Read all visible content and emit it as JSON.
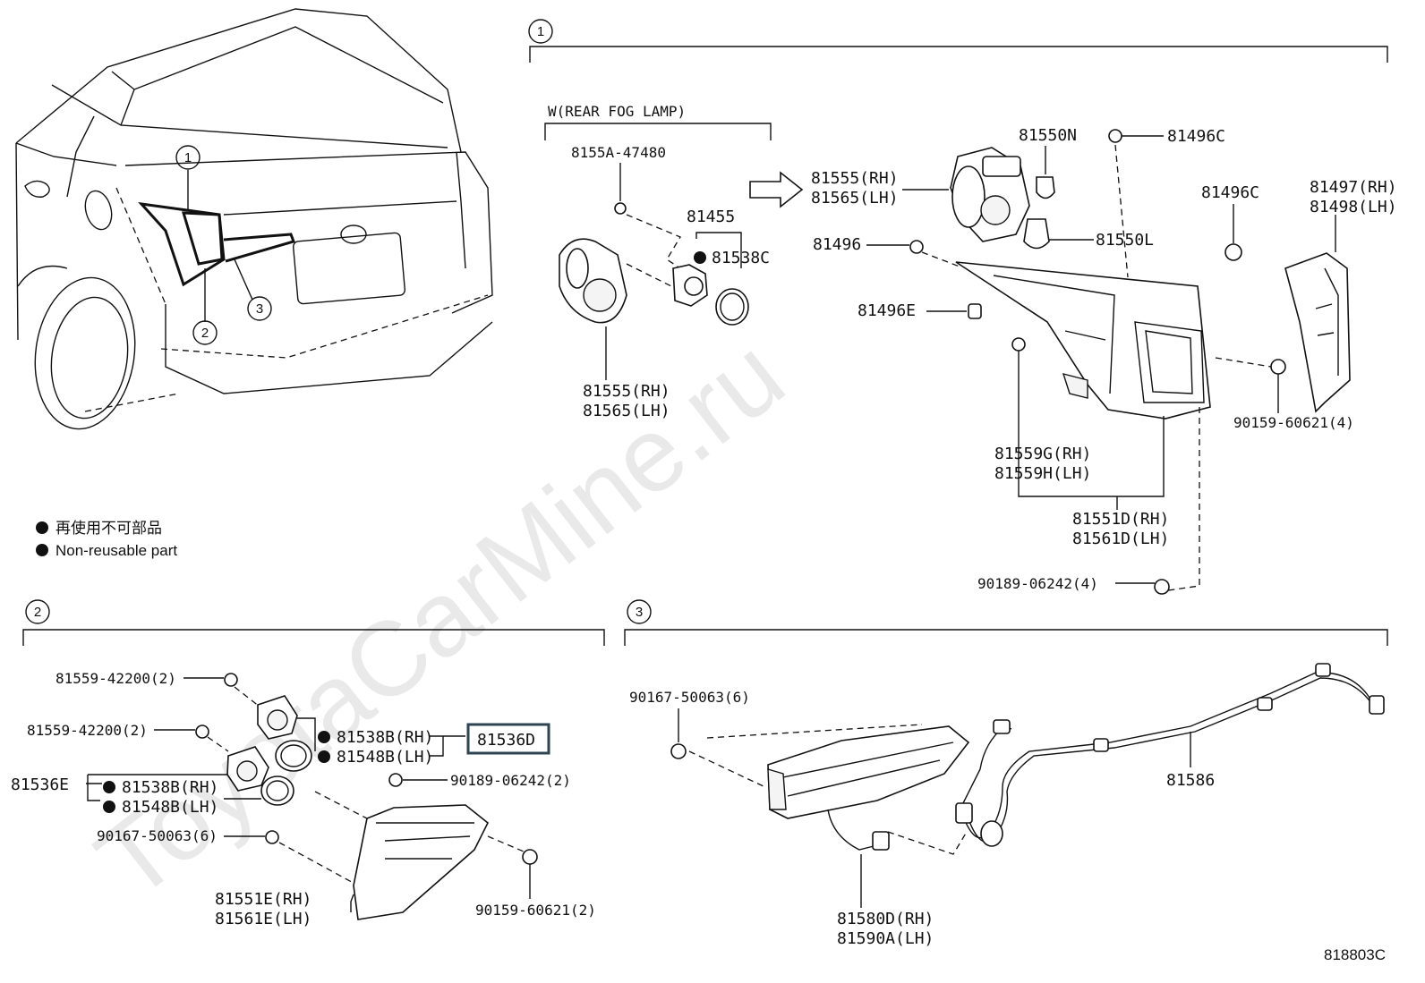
{
  "diagram_code": "818803C",
  "watermark": "ToyotaCarMine.ru",
  "legend": {
    "japanese": "再使用不可部品",
    "english": "Non-reusable part"
  },
  "sections": {
    "s1": "1",
    "s2": "2",
    "s3": "3"
  },
  "callouts": {
    "c1": "1",
    "c2": "2",
    "c3": "3"
  },
  "section1": {
    "fog_heading": "W(REAR FOG LAMP)",
    "labels": {
      "p8155A": "8155A-47480",
      "p81455": "81455",
      "p81538C": "81538C",
      "fog_socket_rh": "81555(RH)",
      "fog_socket_lh": "81565(LH)",
      "socket_rh": "81555(RH)",
      "socket_lh": "81565(LH)",
      "p81550N": "81550N",
      "p81496C_a": "81496C",
      "p81496C_b": "81496C",
      "p81550L": "81550L",
      "p81496": "81496",
      "p81496E": "81496E",
      "p81497": "81497(RH)",
      "p81498": "81498(LH)",
      "p90159_4": "90159-60621(4)",
      "p81559G": "81559G(RH)",
      "p81559H": "81559H(LH)",
      "p81551D": "81551D(RH)",
      "p81561D": "81561D(LH)",
      "p90189_4": "90189-06242(4)"
    }
  },
  "section2": {
    "labels": {
      "p81559_a": "81559-42200(2)",
      "p81559_b": "81559-42200(2)",
      "p81538B_a": "81538B(RH)",
      "p81548B_a": "81548B(LH)",
      "p81536D": "81536D",
      "p81536E": "81536E",
      "p81538B_b": "81538B(RH)",
      "p81548B_b": "81548B(LH)",
      "p90189_2": "90189-06242(2)",
      "p90167_6": "90167-50063(6)",
      "p81551E": "81551E(RH)",
      "p81561E": "81561E(LH)",
      "p90159_2": "90159-60621(2)"
    }
  },
  "section3": {
    "labels": {
      "p90167_6": "90167-50063(6)",
      "p81586": "81586",
      "p81580D": "81580D(RH)",
      "p81590A": "81590A(LH)"
    }
  }
}
